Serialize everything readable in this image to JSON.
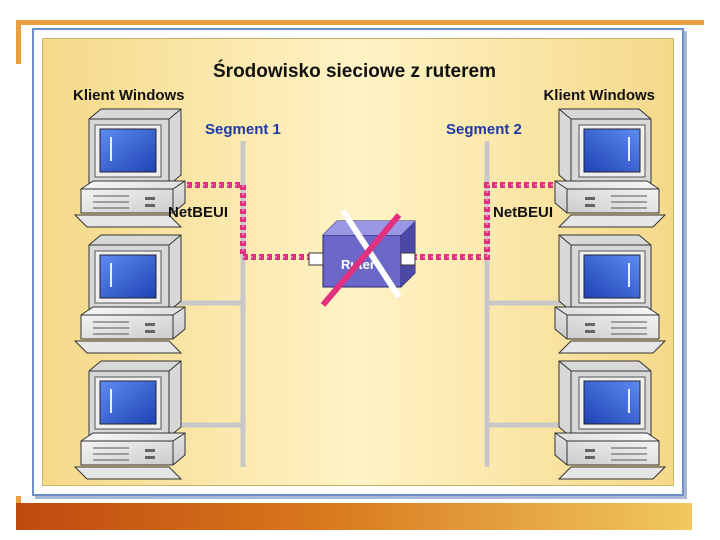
{
  "diagram": {
    "title": "Środowisko sieciowe z ruterem",
    "client_left_label": "Klient Windows",
    "client_right_label": "Klient Windows",
    "segment1_label": "Segment 1",
    "segment2_label": "Segment 2",
    "protocol_left_label": "NetBEUI",
    "protocol_right_label": "NetBEUI",
    "router_label": "Ruter"
  },
  "colors": {
    "segment_line": "#c8c8c8",
    "netbeui_path": "#e0307f",
    "router_body": "#6a67c8",
    "cross": "#e0307f",
    "screen": "#2f5fd8",
    "accent_bar": "#e8a040"
  }
}
